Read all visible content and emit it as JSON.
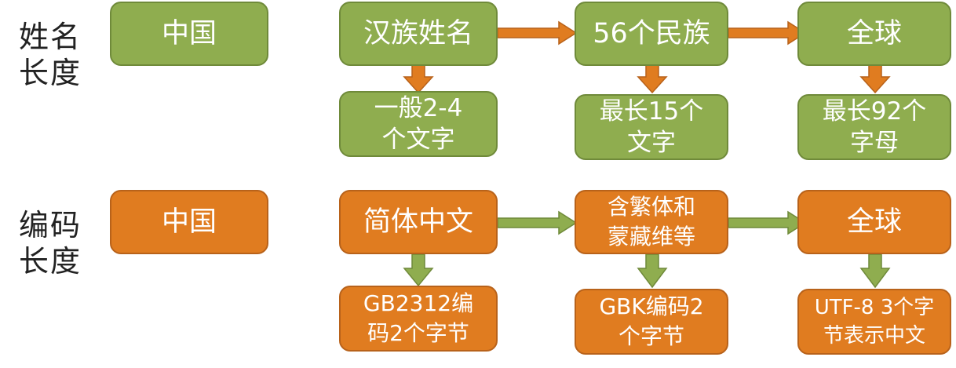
{
  "rows": {
    "name": {
      "label": "姓名\n长度",
      "country": "中国",
      "level1": "汉族姓名",
      "level2": "56个民族",
      "level3": "全球",
      "detail1": "一般2-4\n个文字",
      "detail2": "最长15个\n文字",
      "detail3": "最长92个\n字母"
    },
    "encoding": {
      "label": "编码\n长度",
      "country": "中国",
      "level1": "简体中文",
      "level2": "含繁体和\n蒙藏维等",
      "level3": "全球",
      "detail1": "GB2312编\n码2个字节",
      "detail2": "GBK编码2\n个字节",
      "detail3": "UTF-8 3个字\n节表示中文"
    }
  },
  "colors": {
    "green": "#8fad4f",
    "orange": "#e07c20"
  }
}
